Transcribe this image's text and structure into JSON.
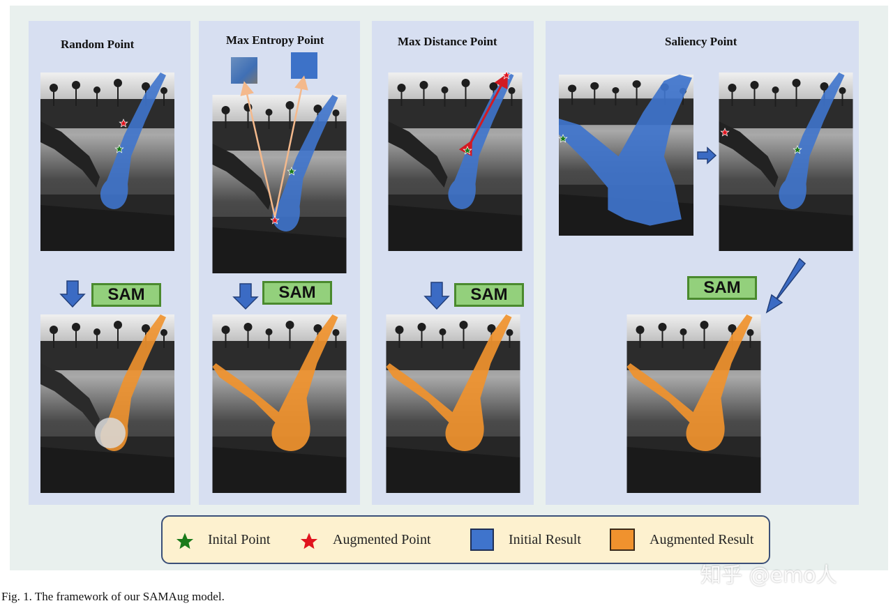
{
  "panels": [
    {
      "title": "Random Point",
      "sam_label": "SAM"
    },
    {
      "title": "Max Entropy Point",
      "sam_label": "SAM"
    },
    {
      "title": "Max Distance Point",
      "sam_label": "SAM"
    },
    {
      "title": "Saliency Point",
      "sam_label": "SAM"
    }
  ],
  "legend": {
    "initial_point": "Inital Point",
    "augmented_point": "Augmented Point",
    "initial_result": "Initial Result",
    "augmented_result": "Augmented Result"
  },
  "colors": {
    "initial_point": "#1a7a1a",
    "augmented_point": "#e0141e",
    "initial_result": "#3f74cc",
    "augmented_result": "#f0922e",
    "sam_box": "#93d07c",
    "arrow": "#3b6bc4",
    "panel": "#d7dff1"
  },
  "caption": "Fig. 1.  The framework of our SAMAug model.",
  "watermark": "知乎 @emo人"
}
